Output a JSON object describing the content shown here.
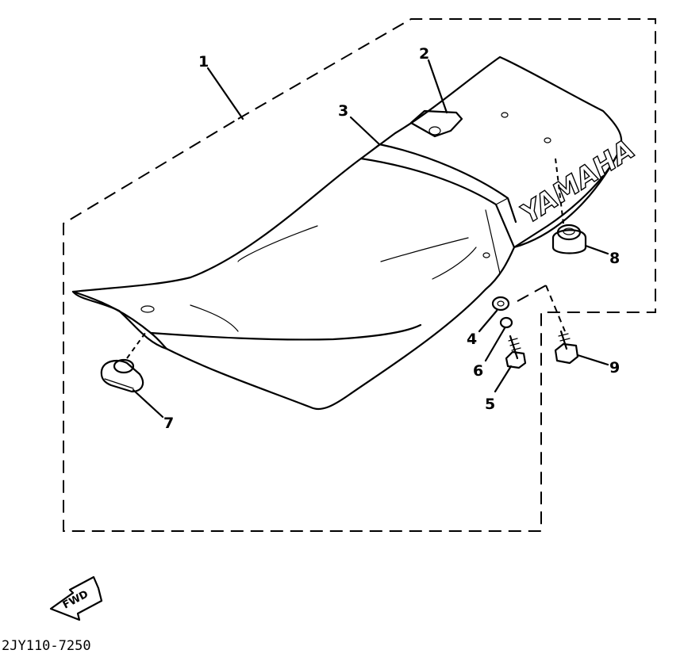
{
  "brand_logo": "YAMAHA",
  "forward_indicator": "FWD",
  "figure_code": "2JY110-7250",
  "callouts": {
    "seat_assembly": "1",
    "seat_hook": "2",
    "seat_band": "3",
    "washer": "4",
    "bolt": "5",
    "spring_washer": "6",
    "front_damper": "7",
    "rear_damper": "8",
    "bolt_rear": "9"
  }
}
